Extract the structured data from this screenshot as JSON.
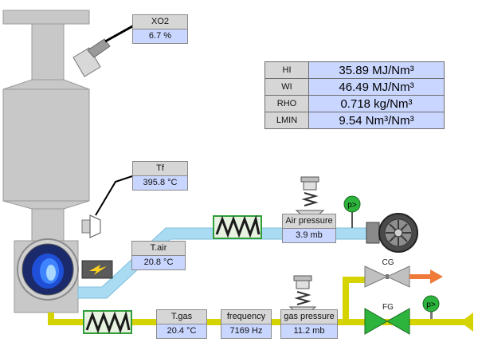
{
  "colors": {
    "chimney": "#c8c8c8",
    "air_pipe": "#a9dcf3",
    "gas_pipe": "#d6d400",
    "valve_green": "#2db43c",
    "valve_grey": "#c0c0c0",
    "orange": "#f07a3a",
    "heater_green": "#2f9e3a",
    "value_bg": "#c9d6ff",
    "label_bg": "#d6d6d6"
  },
  "icons": [
    "probe-icon",
    "burner-flame-icon",
    "ignition-spark-icon",
    "heater-coil-icon",
    "pressure-regulator-icon",
    "pressure-switch-icon",
    "blower-fan-icon",
    "valve-icon",
    "sensor-icon"
  ],
  "gauges": {
    "xo2": {
      "label": "XO2",
      "value": "6.7 %"
    },
    "tf": {
      "label": "Tf",
      "value": "395.8 °C"
    },
    "tair": {
      "label": "T.air",
      "value": "20.8 °C"
    },
    "air_pressure": {
      "label": "Air pressure",
      "value": "3.9 mb"
    },
    "tgas": {
      "label": "T.gas",
      "value": "20.4 °C"
    },
    "frequency": {
      "label": "frequency",
      "value": "7169 Hz"
    },
    "gas_pressure": {
      "label": "gas pressure",
      "value": "11.2 mb"
    }
  },
  "properties": [
    {
      "key": "HI",
      "value": "35.89 MJ/Nm³"
    },
    {
      "key": "WI",
      "value": "46.49 MJ/Nm³"
    },
    {
      "key": "RHO",
      "value": "0.718 kg/Nm³"
    },
    {
      "key": "LMIN",
      "value": "9.54 Nm³/Nm³"
    }
  ],
  "devices": {
    "pressure_switch_symbol": "p>",
    "cg_label": "CG",
    "fg_label": "FG"
  }
}
